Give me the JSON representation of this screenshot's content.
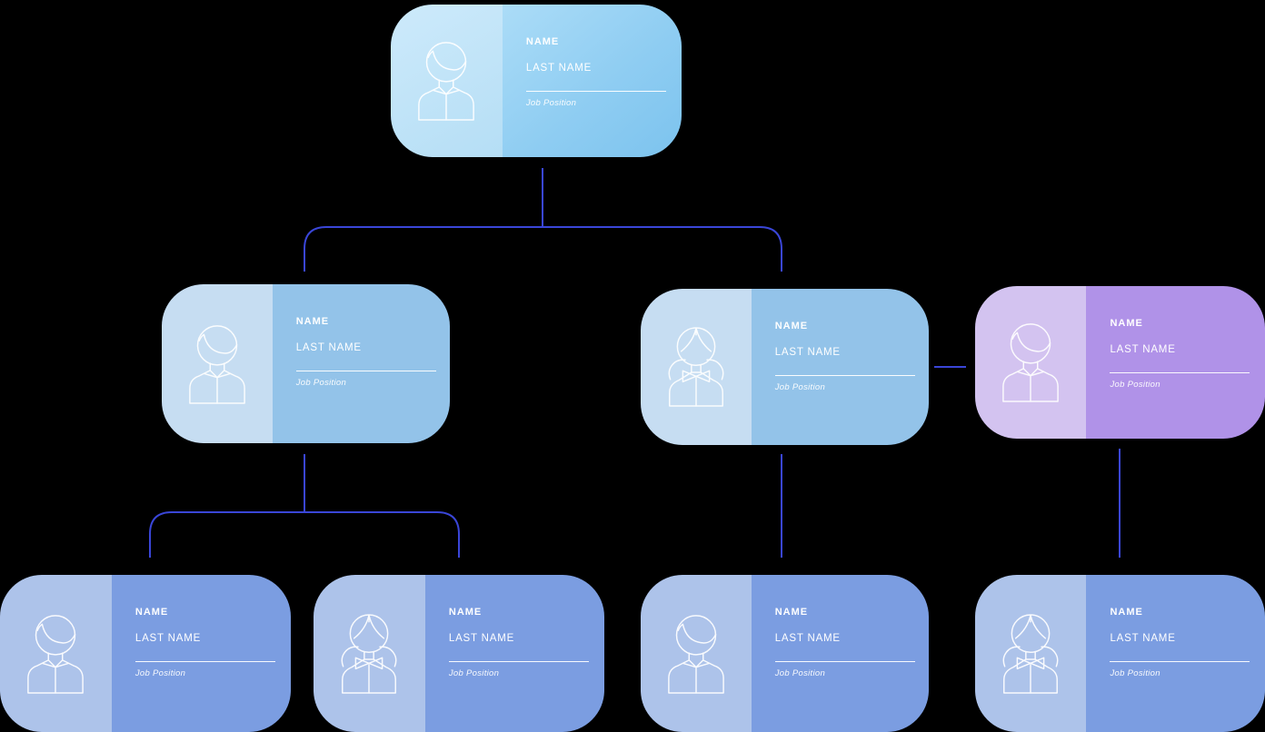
{
  "palette": {
    "background": "#000000",
    "connector_line": "#3a46d8",
    "card_text": "#ffffff",
    "level1_panel_left": "#c4e6f9",
    "level1_panel_right_top": "#abdcf7",
    "level1_panel_right_bottom": "#7cc3ee",
    "level2_panel_left": "#c6ddf2",
    "level2_panel_right": "#93c3e9",
    "lateral_panel_left": "#d3c3f0",
    "lateral_panel_right": "#b092e8",
    "level3_panel_left": "#adc3ea",
    "level3_panel_right": "#7b9de1"
  },
  "cards": [
    {
      "id": "c1",
      "role": "root",
      "level": 1,
      "icon": "male-avatar-icon",
      "name_label": "NAME",
      "last_name_label": "LAST NAME",
      "job_label": "Job Position"
    },
    {
      "id": "c2",
      "role": "branch-left",
      "level": 2,
      "icon": "male-avatar-icon",
      "name_label": "NAME",
      "last_name_label": "LAST NAME",
      "job_label": "Job Position"
    },
    {
      "id": "c3",
      "role": "branch-right",
      "level": 2,
      "icon": "female-avatar-icon",
      "name_label": "NAME",
      "last_name_label": "LAST NAME",
      "job_label": "Job Position"
    },
    {
      "id": "c4",
      "role": "branch-lateral-purple",
      "level": 2,
      "icon": "male-avatar-icon",
      "name_label": "NAME",
      "last_name_label": "LAST NAME",
      "job_label": "Job Position"
    },
    {
      "id": "c5",
      "role": "leaf-1",
      "level": 3,
      "icon": "male-avatar-icon",
      "name_label": "NAME",
      "last_name_label": "LAST NAME",
      "job_label": "Job Position"
    },
    {
      "id": "c6",
      "role": "leaf-2",
      "level": 3,
      "icon": "female-avatar-icon",
      "name_label": "NAME",
      "last_name_label": "LAST NAME",
      "job_label": "Job Position"
    },
    {
      "id": "c7",
      "role": "leaf-3",
      "level": 3,
      "icon": "male-avatar-icon",
      "name_label": "NAME",
      "last_name_label": "LAST NAME",
      "job_label": "Job Position"
    },
    {
      "id": "c8",
      "role": "leaf-4",
      "level": 3,
      "icon": "female-avatar-icon",
      "name_label": "NAME",
      "last_name_label": "LAST NAME",
      "job_label": "Job Position"
    }
  ],
  "edges": [
    {
      "from": "c1",
      "to": "c2"
    },
    {
      "from": "c1",
      "to": "c3"
    },
    {
      "from": "c3",
      "to": "c4",
      "type": "lateral"
    },
    {
      "from": "c2",
      "to": "c5"
    },
    {
      "from": "c2",
      "to": "c6"
    },
    {
      "from": "c3",
      "to": "c7"
    },
    {
      "from": "c4",
      "to": "c8"
    }
  ]
}
